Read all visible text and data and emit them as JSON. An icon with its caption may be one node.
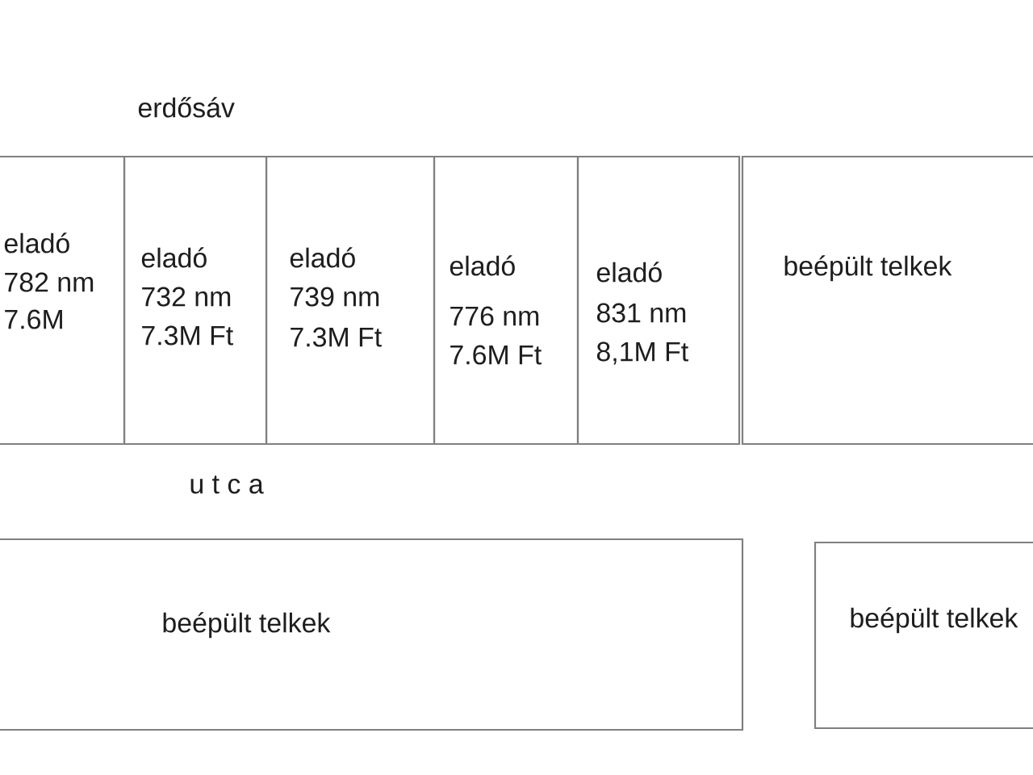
{
  "diagram": {
    "nodes": [
      {
        "text": [
          "eladó",
          "782 nm",
          "7.6M"
        ]
      },
      {
        "text": [
          "eladó",
          "732 nm",
          "7.3M Ft"
        ]
      },
      {
        "text": [
          "eladó",
          "739 nm",
          "7.3M Ft"
        ]
      },
      {
        "text": [
          "eladó",
          "776 nm",
          "7.6M Ft"
        ]
      },
      {
        "text": [
          "eladó",
          "831 nm",
          "8,1M Ft"
        ]
      },
      {
        "text": [
          "beépült telkek"
        ]
      },
      {
        "text": [
          "beépült telkek"
        ]
      },
      {
        "text": [
          "beépült telkek"
        ]
      }
    ],
    "labels": [
      "erdősáv",
      "u t c a"
    ]
  }
}
